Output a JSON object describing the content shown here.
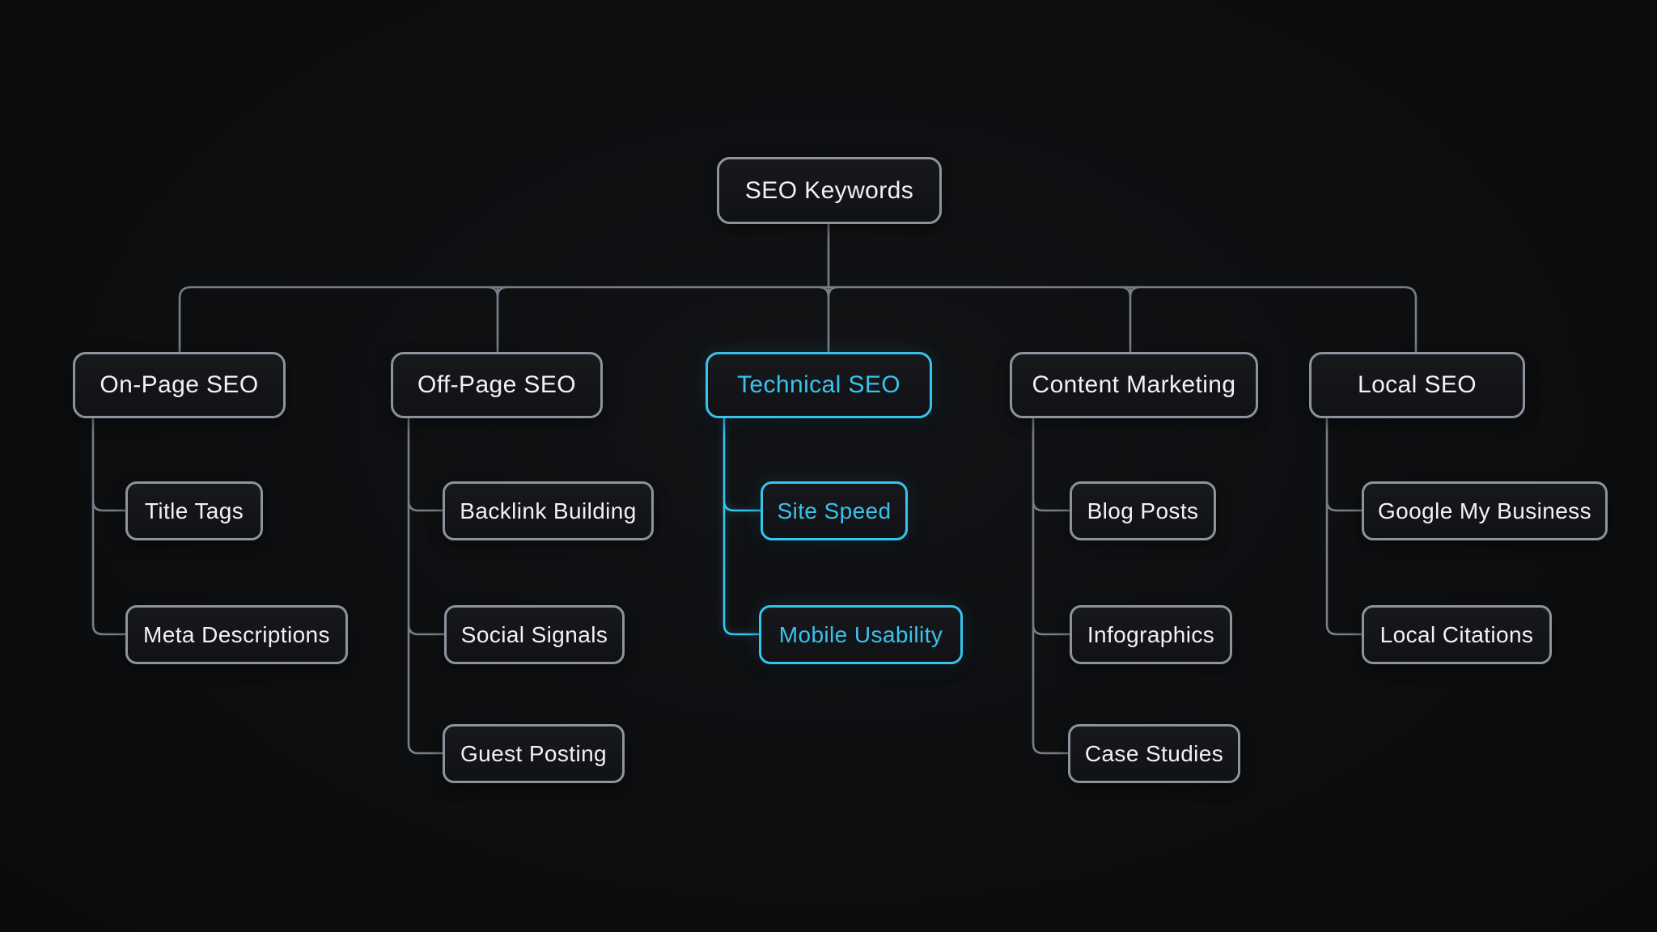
{
  "diagram": {
    "type": "mindmap",
    "root": {
      "label": "SEO Keywords",
      "highlighted": false
    },
    "branches": [
      {
        "label": "On-Page SEO",
        "highlighted": false,
        "children": [
          {
            "label": "Title Tags",
            "highlighted": false
          },
          {
            "label": "Meta Descriptions",
            "highlighted": false
          }
        ]
      },
      {
        "label": "Off-Page SEO",
        "highlighted": false,
        "children": [
          {
            "label": "Backlink Building",
            "highlighted": false
          },
          {
            "label": "Social Signals",
            "highlighted": false
          },
          {
            "label": "Guest Posting",
            "highlighted": false
          }
        ]
      },
      {
        "label": "Technical SEO",
        "highlighted": true,
        "children": [
          {
            "label": "Site Speed",
            "highlighted": true
          },
          {
            "label": "Mobile Usability",
            "highlighted": true
          }
        ]
      },
      {
        "label": "Content Marketing",
        "highlighted": false,
        "children": [
          {
            "label": "Blog Posts",
            "highlighted": false
          },
          {
            "label": "Infographics",
            "highlighted": false
          },
          {
            "label": "Case Studies",
            "highlighted": false
          }
        ]
      },
      {
        "label": "Local SEO",
        "highlighted": false,
        "children": [
          {
            "label": "Google My Business",
            "highlighted": false
          },
          {
            "label": "Local Citations",
            "highlighted": false
          }
        ]
      }
    ]
  },
  "colors": {
    "background": "#0d0e10",
    "node_fill": "#141519",
    "node_border": "#8d939e",
    "connector": "#787d88",
    "accent": "#38c3ee",
    "text": "#f0f2f5"
  }
}
